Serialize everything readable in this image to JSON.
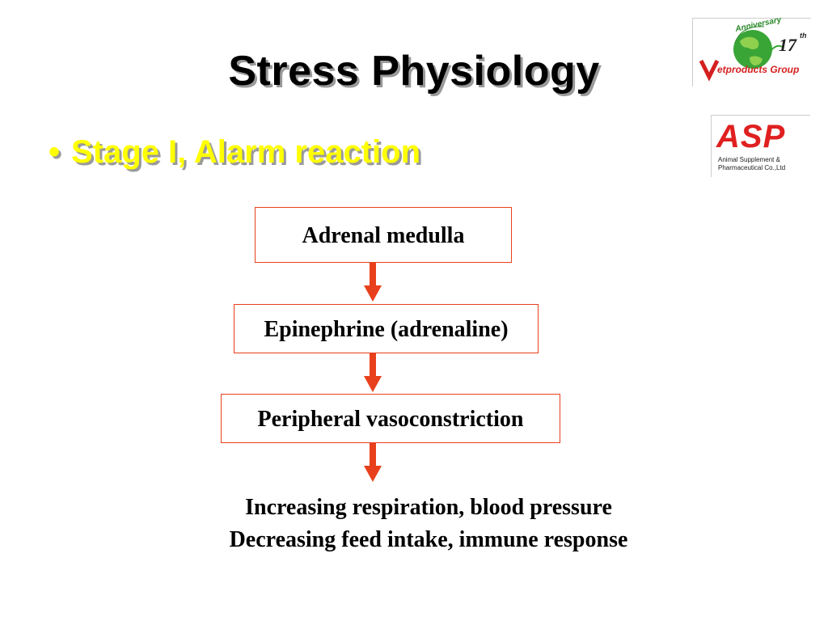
{
  "slide": {
    "title": "Stress Physiology",
    "bullet": "Stage I, Alarm reaction"
  },
  "flow": {
    "steps": [
      "Adrenal medulla",
      "Epinephrine (adrenaline)",
      "Peripheral vasoconstriction"
    ],
    "outcomes": [
      "Increasing respiration, blood pressure",
      "Decreasing feed intake, immune response"
    ]
  },
  "logos": {
    "vetproducts": {
      "anniversary": "Anniversary",
      "number": "17",
      "suffix": "th",
      "brand": "etproducts Group"
    },
    "asp": {
      "brand": "ASP",
      "line1": "Animal Supplement &",
      "line2": "Pharmaceutical Co.,Ltd"
    }
  },
  "colors": {
    "bullet": "#ffff00",
    "arrow": "#e8401c",
    "box_border": "#e8401c"
  }
}
